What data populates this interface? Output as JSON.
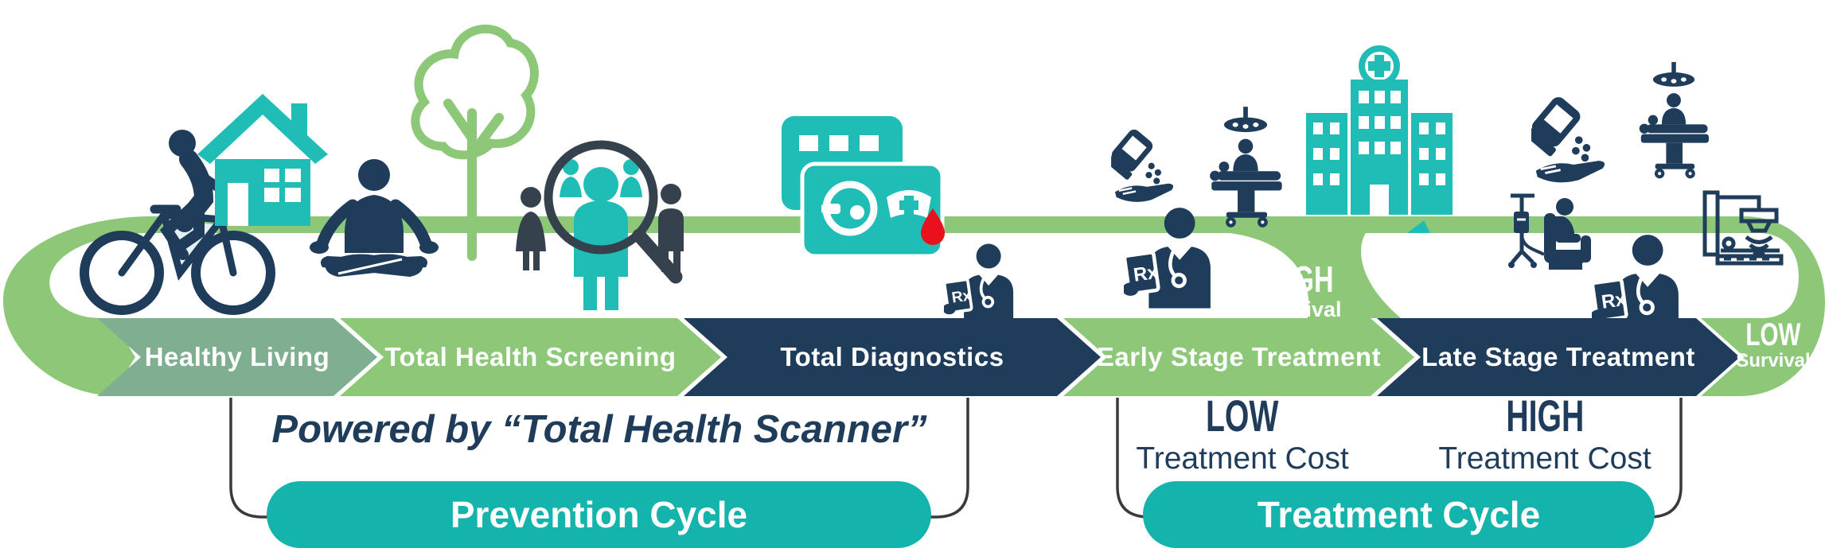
{
  "diagram": {
    "stages": [
      {
        "label": "Healthy Living",
        "color": "#7FAF90"
      },
      {
        "label": "Total Health Screening",
        "color": "#8CC878"
      },
      {
        "label": "Total Diagnostics",
        "color": "#1F3C5B"
      },
      {
        "label": "Early Stage Treatment",
        "color": "#8CC878"
      },
      {
        "label": "Late Stage Treatment",
        "color": "#1F3C5B"
      }
    ],
    "survival": {
      "high": {
        "level": "HIGH",
        "word": "Survival"
      },
      "low": {
        "level": "LOW",
        "word": "Survival"
      }
    },
    "costs": {
      "early": {
        "level": "LOW",
        "word": "Treatment Cost"
      },
      "late": {
        "level": "HIGH",
        "word": "Treatment Cost"
      }
    },
    "powered_by": "Powered by “Total Health Scanner”",
    "cycles": {
      "prevention": "Prevention Cycle",
      "treatment": "Treatment Cycle"
    },
    "icons": [
      "bicycle-rider-icon",
      "house-icon",
      "meditating-person-icon",
      "tree-icon",
      "screening-magnifier-icon",
      "diagnostic-scanner-icon",
      "blood-drop-icon",
      "doctor-icon",
      "medication-pills-icon",
      "surgery-table-icon",
      "hospital-icon",
      "chemotherapy-chair-icon",
      "radiation-therapy-icon",
      "road-direction-marker"
    ],
    "colors": {
      "green": "#8CC878",
      "sage": "#7FAF90",
      "navy": "#1F3C5B",
      "slate": "#35424E",
      "teal": "#14B3AC",
      "teal_icon": "#1FBDB6",
      "red": "#E8111C",
      "line": "#3A3A3A",
      "pale": "#E2F1F6"
    }
  }
}
